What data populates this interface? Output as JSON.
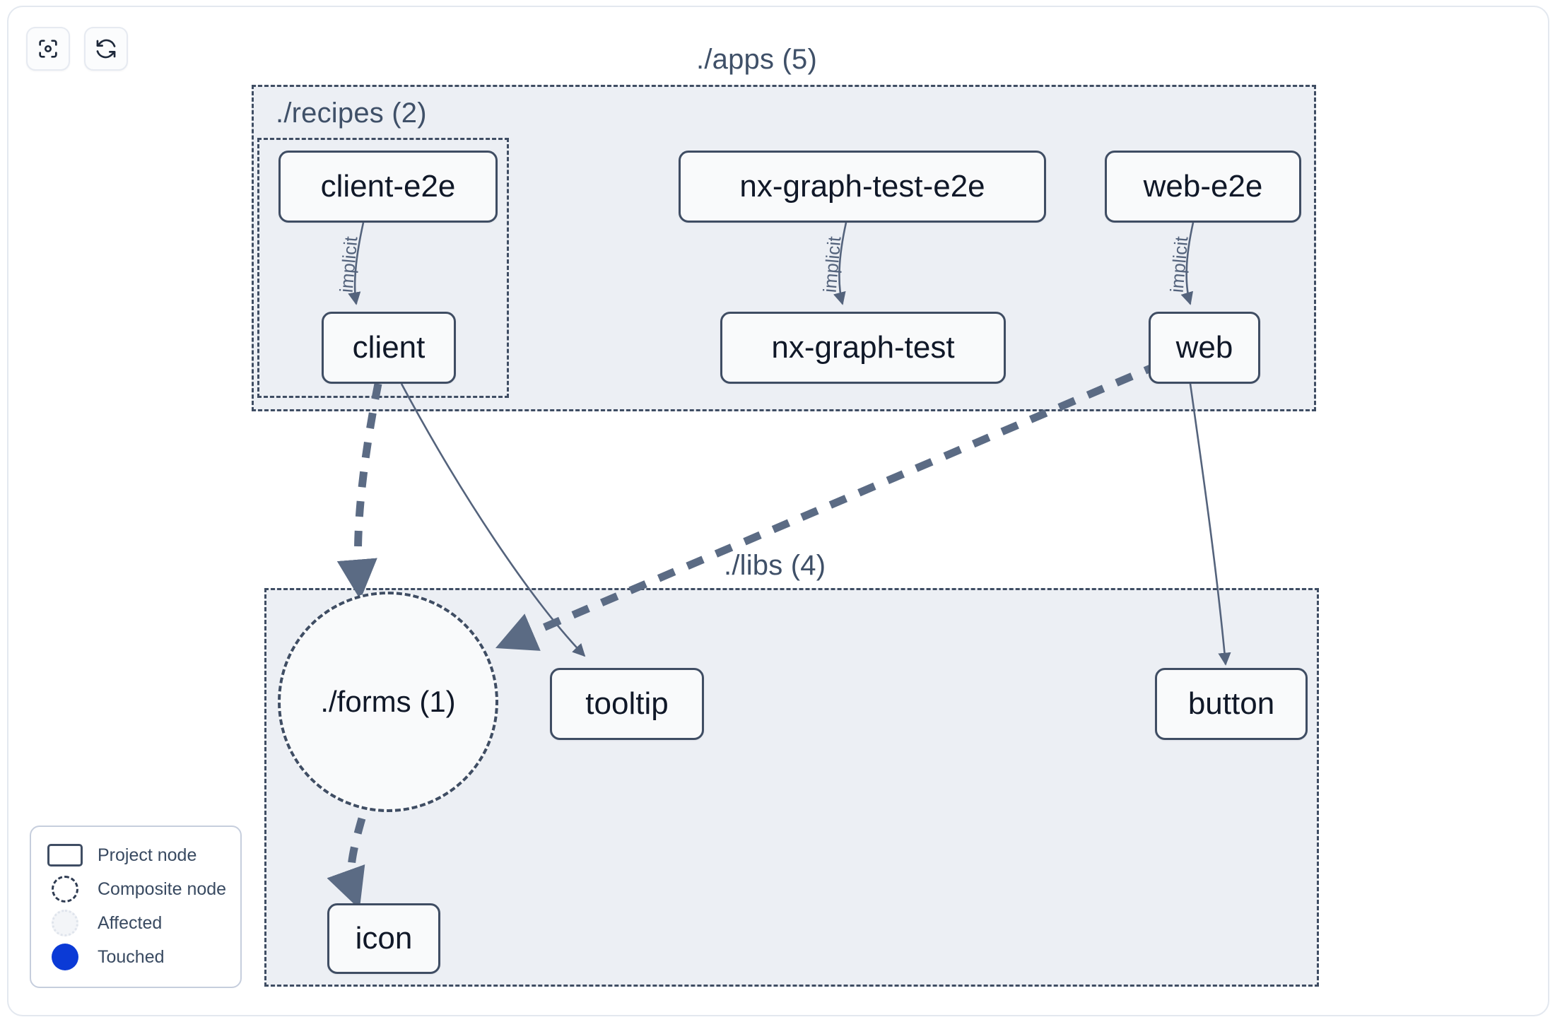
{
  "toolbar": {
    "buttons": [
      {
        "name": "focus-graph-button",
        "icon": "focus-target-icon",
        "label": ""
      },
      {
        "name": "refresh-graph-button",
        "icon": "refresh-icon",
        "label": ""
      }
    ]
  },
  "groups": {
    "apps": {
      "label": "./apps (5)",
      "count": 5
    },
    "recipes": {
      "label": "./recipes (2)",
      "count": 2
    },
    "libs": {
      "label": "./libs (4)",
      "count": 4
    }
  },
  "nodes": {
    "client_e2e": {
      "label": "client-e2e"
    },
    "client": {
      "label": "client"
    },
    "nx_graph_test_e2e": {
      "label": "nx-graph-test-e2e"
    },
    "nx_graph_test": {
      "label": "nx-graph-test"
    },
    "web_e2e": {
      "label": "web-e2e"
    },
    "web": {
      "label": "web"
    },
    "forms": {
      "label": "./forms (1)"
    },
    "tooltip": {
      "label": "tooltip"
    },
    "button": {
      "label": "button"
    },
    "icon": {
      "label": "icon"
    }
  },
  "edges": [
    {
      "from": "client-e2e",
      "to": "client",
      "label": "implicit",
      "style": "solid"
    },
    {
      "from": "nx-graph-test-e2e",
      "to": "nx-graph-test",
      "label": "implicit",
      "style": "solid"
    },
    {
      "from": "web-e2e",
      "to": "web",
      "label": "implicit",
      "style": "solid"
    },
    {
      "from": "client",
      "to": "./forms (1)",
      "label": "",
      "style": "dashed"
    },
    {
      "from": "client",
      "to": "tooltip",
      "label": "",
      "style": "solid"
    },
    {
      "from": "web",
      "to": "./forms (1)",
      "label": "",
      "style": "dashed"
    },
    {
      "from": "web",
      "to": "button",
      "label": "",
      "style": "solid"
    },
    {
      "from": "./forms (1)",
      "to": "icon",
      "label": "",
      "style": "dashed"
    }
  ],
  "edge_labels": {
    "implicit_1": "implicit",
    "implicit_2": "implicit",
    "implicit_3": "implicit"
  },
  "legend": {
    "items": [
      {
        "label": "Project node",
        "swatch": "rect-outline"
      },
      {
        "label": "Composite node",
        "swatch": "dashed-circle"
      },
      {
        "label": "Affected",
        "swatch": "dotted-circle"
      },
      {
        "label": "Touched",
        "swatch": "filled-circle"
      }
    ]
  },
  "colors": {
    "node_border": "#3f4d63",
    "node_fill": "#f9fafb",
    "group_fill": "#eceff4",
    "group_border": "#3f4d63",
    "edge_solid": "#54637c",
    "edge_dashed": "#5b6b84",
    "touched": "#0b3ad6",
    "text": "#101828"
  }
}
